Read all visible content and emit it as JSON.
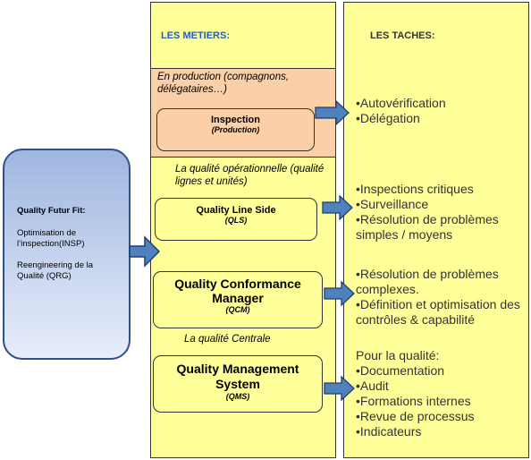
{
  "left_box": {
    "title": "Quality Futur Fit:",
    "items": [
      "Optimisation de l’inspection(INSP)",
      "Reengineering de la Qualité (QRG)"
    ]
  },
  "columns": {
    "metiers_header": "LES METIERS:",
    "taches_header": "LES TACHES:"
  },
  "notes": {
    "production": "En production (compagnons, délégataires…)",
    "operationnelle": "La qualité opérationnelle (qualité lignes et unités)",
    "centrale": "La qualité Centrale"
  },
  "roles": {
    "inspection": {
      "name": "Inspection",
      "abbr": "(Production)"
    },
    "qls": {
      "name": "Quality Line Side",
      "abbr": "(QLS)"
    },
    "qcm": {
      "name": "Quality Conformance Manager",
      "abbr": "(QCM)"
    },
    "qms": {
      "name": "Quality Management System",
      "abbr": "(QMS)"
    }
  },
  "tasks": {
    "inspection": [
      "•Autovérification",
      "•Délégation"
    ],
    "qls": [
      "•Inspections critiques",
      "•Surveillance",
      "•Résolution de problèmes simples / moyens"
    ],
    "qcm": [
      "•Résolution de problèmes complexes.",
      "•Définition et optimisation des contrôles & capabilité"
    ],
    "qms_intro": "Pour la qualité:",
    "qms": [
      "•Documentation",
      "•Audit",
      "•Formations internes",
      "•Revue de processus",
      "•Indicateurs"
    ]
  },
  "colors": {
    "column_fill": "#ffff99",
    "production_fill": "#fbd0a8",
    "left_box_fill": "#9fb6e0",
    "arrow_fill": "#4f81bd",
    "arrow_stroke": "#1f3f6f",
    "header_blue": "#1f5fbf"
  }
}
